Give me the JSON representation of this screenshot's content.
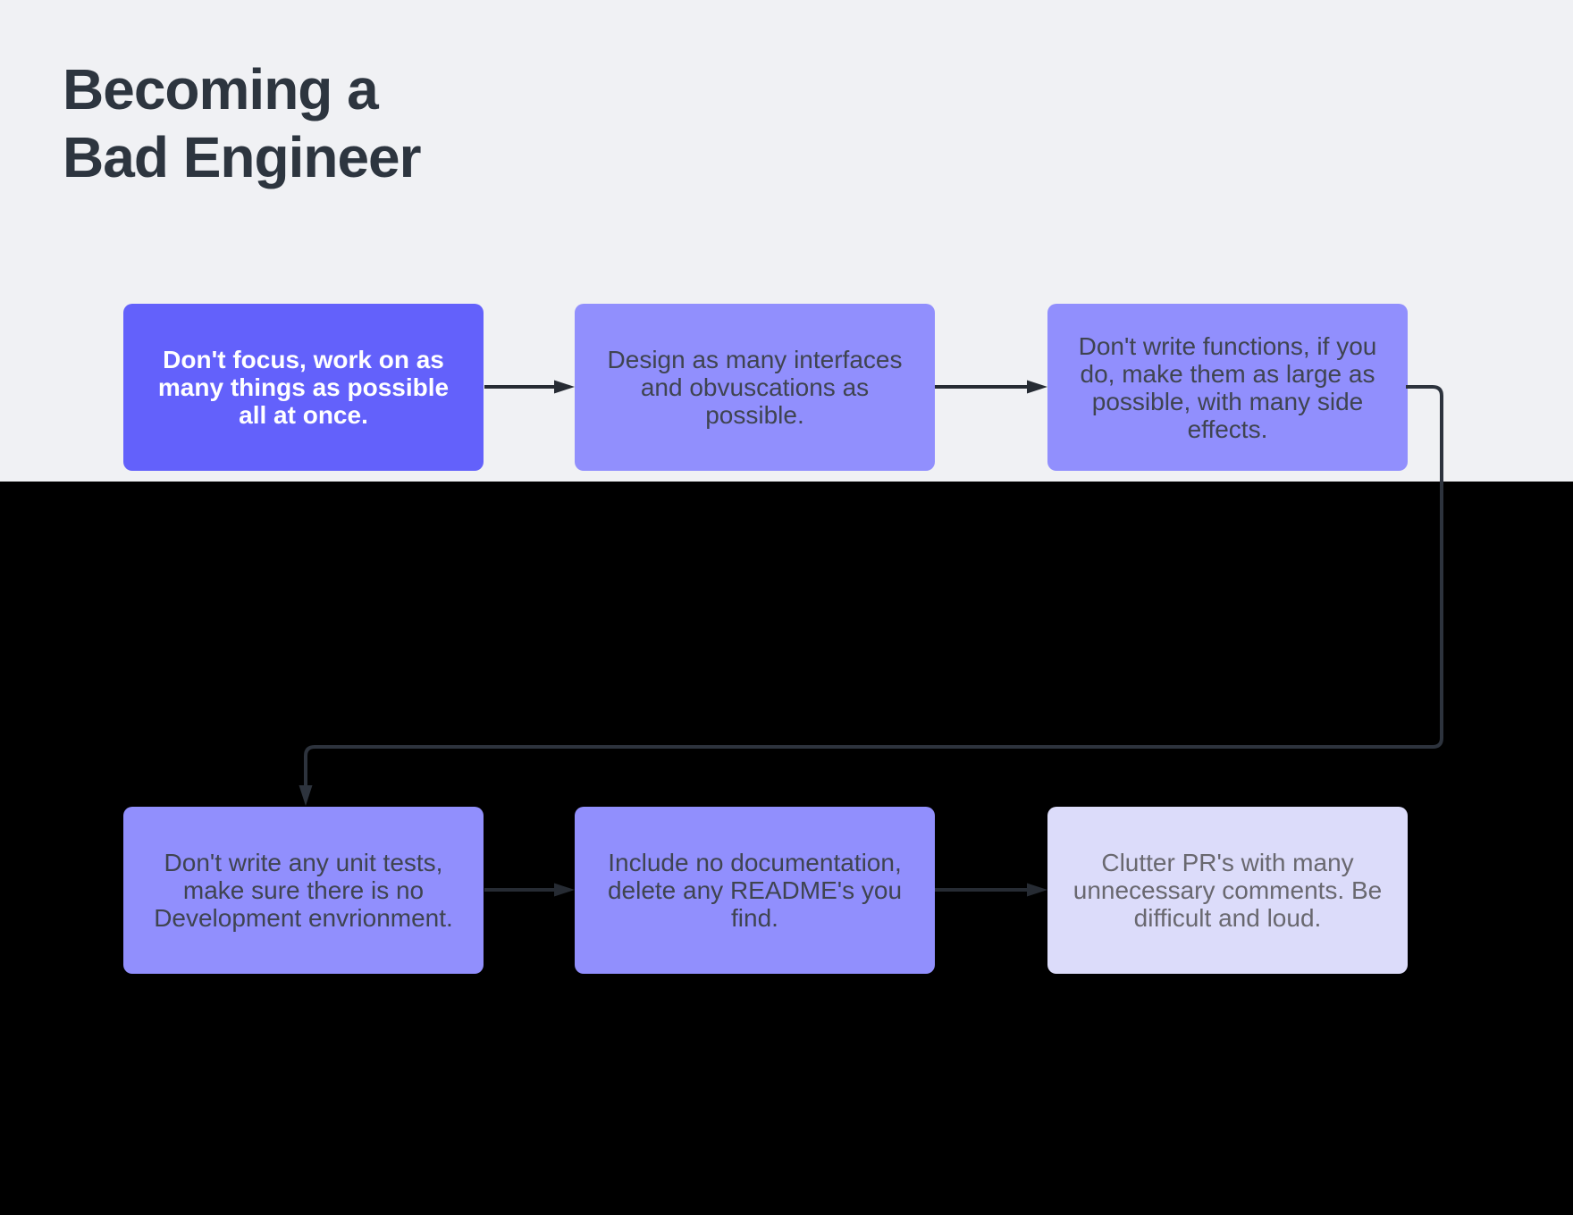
{
  "title": {
    "line1": "Becoming a",
    "line2": "Bad Engineer"
  },
  "flowchart": {
    "nodes": [
      {
        "id": "node-1",
        "variant": "primary",
        "text": "Don't focus, work on as many things as possible all at once."
      },
      {
        "id": "node-2",
        "variant": "default",
        "text": "Design as many interfaces and obvuscations as possible."
      },
      {
        "id": "node-3",
        "variant": "default",
        "text": "Don't write functions, if you do, make them as large as possible, with many side effects."
      },
      {
        "id": "node-4",
        "variant": "default",
        "text": "Don't write any unit tests, make sure there is no Development envrionment."
      },
      {
        "id": "node-5",
        "variant": "default",
        "text": "Include no documentation, delete any README's you find."
      },
      {
        "id": "node-6",
        "variant": "light",
        "text": "Clutter PR's with many unnecessary comments. Be difficult and loud."
      }
    ],
    "connectors": [
      {
        "from": "node-1",
        "to": "node-2"
      },
      {
        "from": "node-2",
        "to": "node-3"
      },
      {
        "from": "node-3",
        "to": "node-4"
      },
      {
        "from": "node-4",
        "to": "node-5"
      },
      {
        "from": "node-5",
        "to": "node-6"
      }
    ]
  },
  "colors": {
    "background_top": "#f0f1f4",
    "background_bottom": "#000000",
    "node_primary": "#6361fb",
    "node_default": "#918ffd",
    "node_light": "#dcdcfa",
    "node_primary_text": "#ffffff",
    "node_default_text": "#3f4450",
    "node_light_text": "#69686f",
    "title_text": "#2d353f",
    "arrow": "#262b33",
    "routed_connector": "#2d333d"
  }
}
